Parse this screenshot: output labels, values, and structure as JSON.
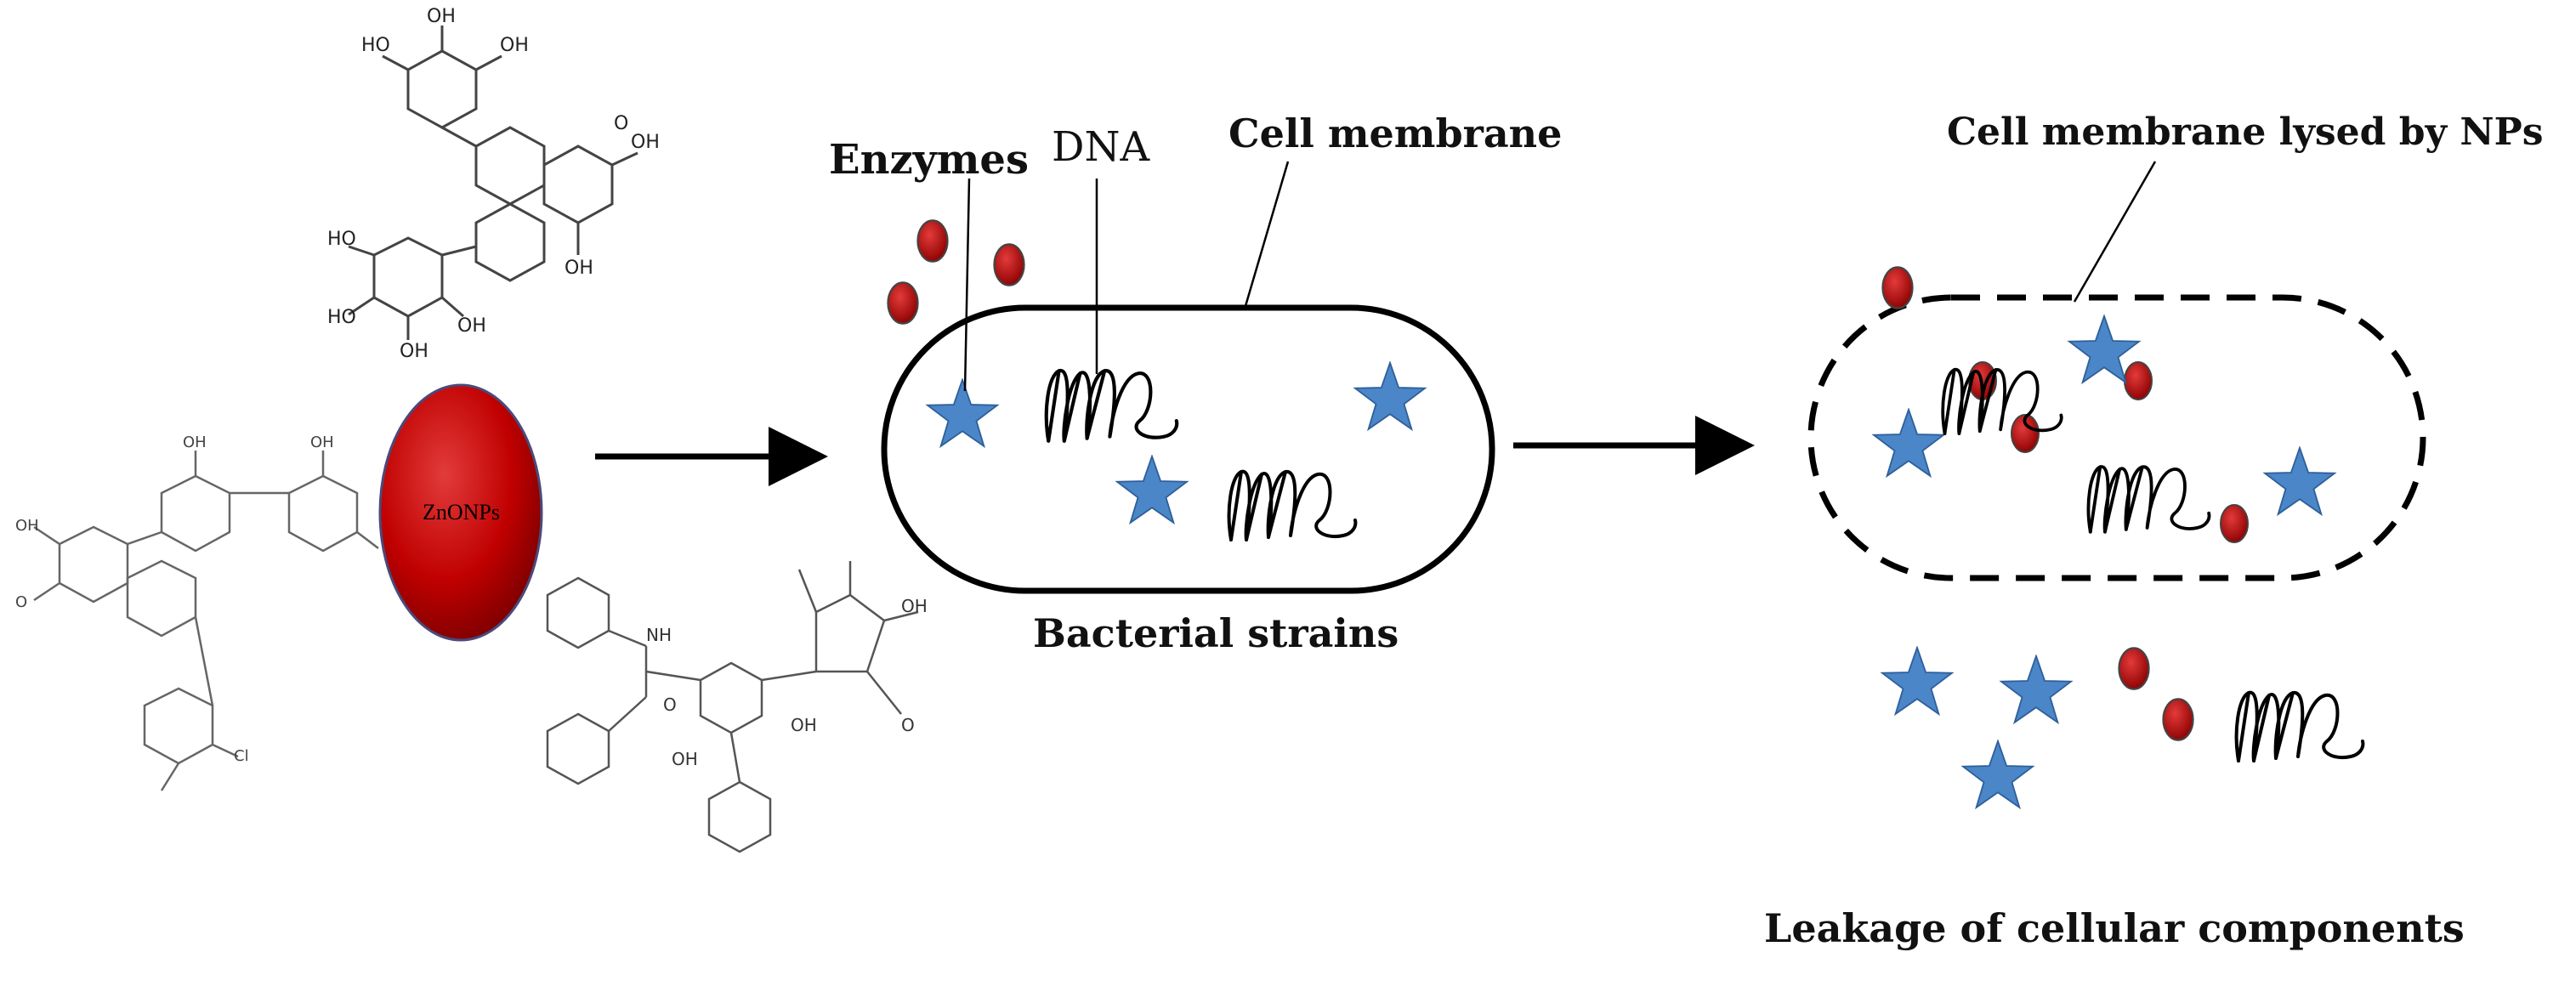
{
  "colors": {
    "nanoparticle": "#c00000",
    "nanoparticle_edge": "#6b0000",
    "star": "#4a86c8",
    "star_edge": "#2e5f99",
    "line": "#000000",
    "molecule": "#555555"
  },
  "icons": [
    "molecule-structure-icon",
    "nanoparticle-icon",
    "star-enzyme-icon",
    "dna-coil-icon"
  ],
  "labels": {
    "nanoparticle": "ZnONPs",
    "enzymes": "Enzymes",
    "dna": "DNA",
    "cell_membrane": "Cell membrane",
    "bacterial_strains": "Bacterial strains",
    "lysed_membrane": "Cell membrane lysed by NPs",
    "leakage": "Leakage of cellular components"
  }
}
